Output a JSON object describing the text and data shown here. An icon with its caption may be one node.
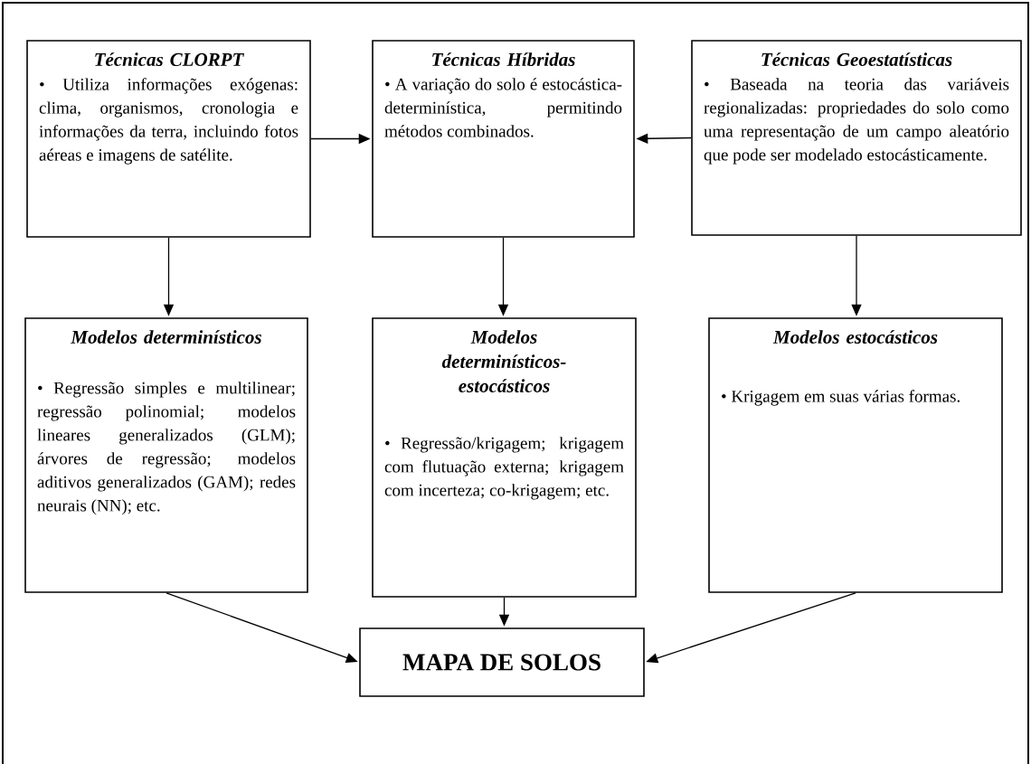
{
  "diagram": {
    "nodes": [
      {
        "text": [
          "Técnicas CLORPT",
          "• Utiliza informações exógenas: clima, organismos, cronologia e informações da terra, incluindo fotos aéreas e imagens de satélite."
        ]
      },
      {
        "text": [
          "Técnicas Híbridas",
          "• A variação do solo é estocástica-determinística, permitindo métodos combinados."
        ]
      },
      {
        "text": [
          "Técnicas Geoestatísticas",
          "• Baseada na teoria das variáveis regionalizadas: propriedades do solo como uma representação de um campo aleatório que pode ser modelado estocásticamente."
        ]
      },
      {
        "text": [
          "Modelos determinísticos",
          "• Regressão simples e multilinear; regressão polinomial; modelos lineares generalizados (GLM); árvores de regressão; modelos aditivos generalizados (GAM); redes neurais (NN); etc."
        ]
      },
      {
        "text": [
          "Modelos determinísticos-estocásticos",
          "• Regressão/krigagem; krigagem com flutuação externa; krigagem com incerteza; co-krigagem; etc."
        ]
      },
      {
        "text": [
          "Modelos estocásticos",
          "• Krigagem em suas várias formas."
        ]
      },
      {
        "text": [
          "MAPA DE SOLOS"
        ]
      }
    ],
    "edges": [
      {
        "from": 0,
        "to": 1,
        "arrow": "to"
      },
      {
        "from": 2,
        "to": 1,
        "arrow": "to"
      },
      {
        "from": 0,
        "to": 3,
        "arrow": "to"
      },
      {
        "from": 1,
        "to": 4,
        "arrow": "to"
      },
      {
        "from": 2,
        "to": 5,
        "arrow": "to"
      },
      {
        "from": 3,
        "to": 6,
        "arrow": "to"
      },
      {
        "from": 4,
        "to": 6,
        "arrow": "to"
      },
      {
        "from": 5,
        "to": 6,
        "arrow": "to"
      }
    ]
  }
}
